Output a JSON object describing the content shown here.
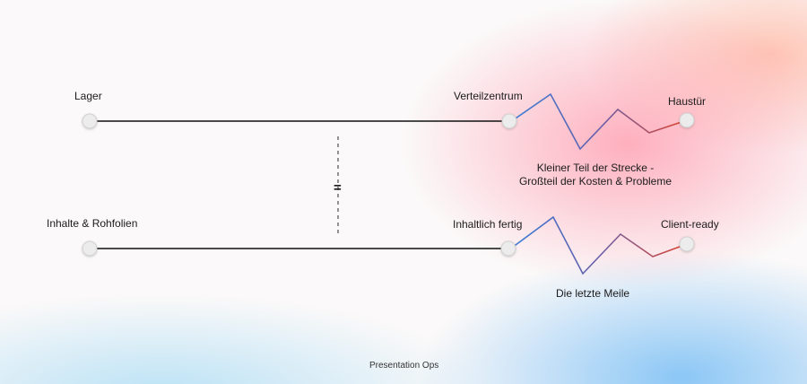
{
  "top": {
    "start_label": "Lager",
    "mid_label": "Verteilzentrum",
    "end_label": "Haustür",
    "caption_line1": "Kleiner Teil der Strecke -",
    "caption_line2": "Großteil der Kosten & Probleme"
  },
  "bottom": {
    "start_label": "Inhalte & Rohfolien",
    "mid_label": "Inhaltlich fertig",
    "end_label": "Client-ready",
    "caption": "Die letzte Meile"
  },
  "equals_symbol": "=",
  "footer": "Presentation Ops",
  "colors": {
    "line": "#111111",
    "zigzag_start": "#3a7bd5",
    "zigzag_end": "#e2452b",
    "node_fill": "#ececec",
    "node_stroke": "#d0d0d0"
  }
}
